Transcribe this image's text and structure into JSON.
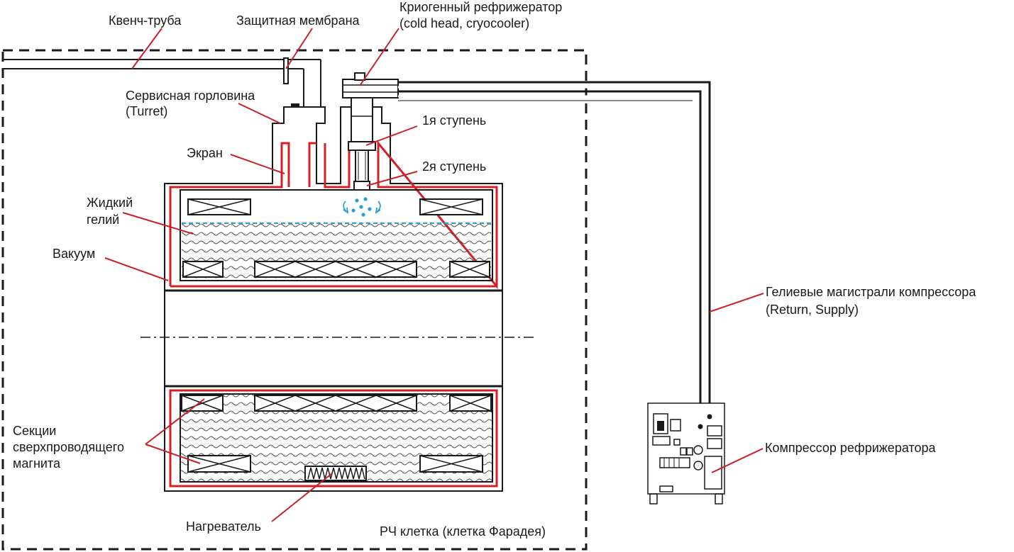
{
  "colors": {
    "line": "#1a1a1a",
    "shield": "#d32027",
    "leader": "#c8202a",
    "helium_level": "#2a9fd6",
    "background": "#ffffff"
  },
  "labels": {
    "quench_pipe": "Квенч-труба",
    "membrane": "Защитная мембрана",
    "cryo_line1": "Криогенный рефрижератор",
    "cryo_line2": "(cold head, cryocooler)",
    "turret_line1": "Сервисная горловина",
    "turret_line2": "(Turret)",
    "stage1": "1я ступень",
    "stage2": "2я ступень",
    "screen": "Экран",
    "helium_line1": "Жидкий",
    "helium_line2": "гелий",
    "vacuum": "Вакуум",
    "lines_line1": "Гелиевые магистрали компрессора",
    "lines_line2": "(Return, Supply)",
    "compressor": "Компрессор рефрижератора",
    "sections_line1": "Секции",
    "sections_line2": "сверхпроводящего",
    "sections_line3": "магнита",
    "heater": "Нагреватель",
    "rf_cage": "РЧ клетка (клетка Фарадея)"
  },
  "icons": [
    "coil-section-icon",
    "heater-icon",
    "cold-head-icon",
    "compressor-icon",
    "convection-arrows-icon",
    "helium-droplets-icon"
  ]
}
